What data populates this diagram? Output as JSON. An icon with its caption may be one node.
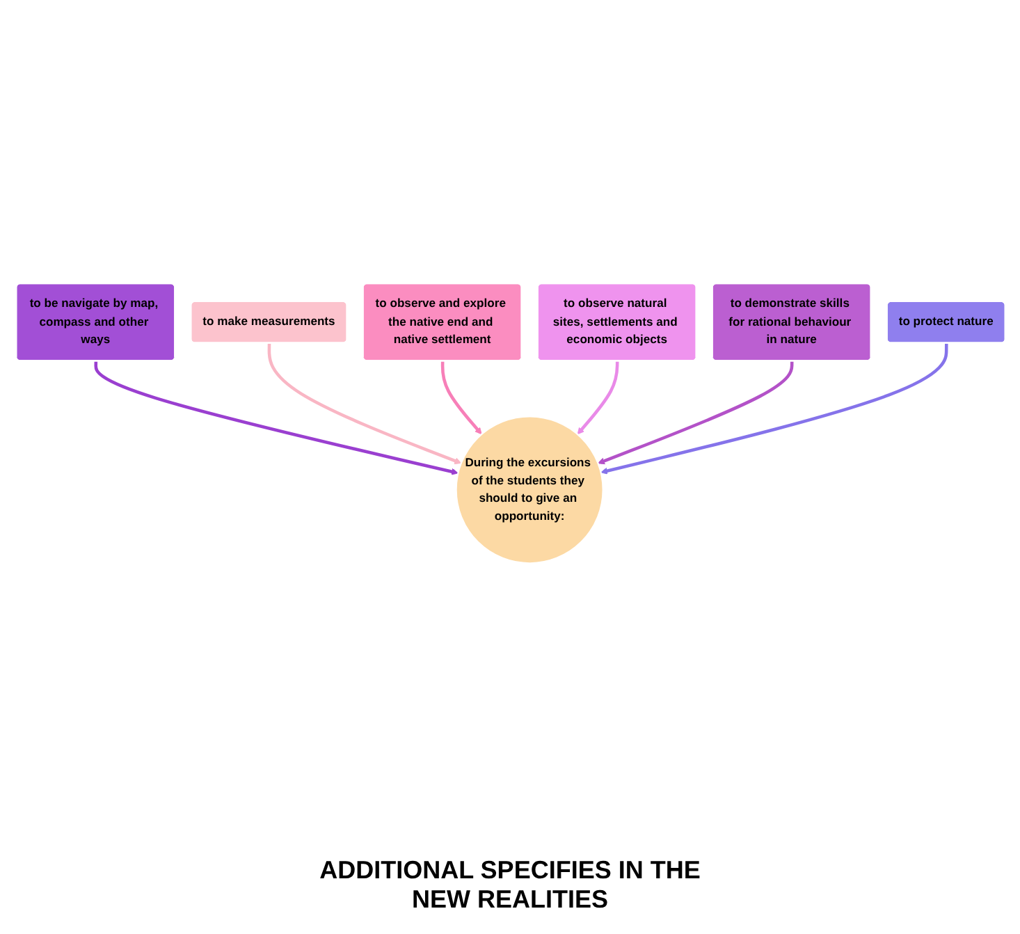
{
  "diagram": {
    "nodes": [
      {
        "text": [
          "During the excursions of the students they should to give an opportunity:"
        ]
      },
      {
        "text": [
          "to be navigate by map, compass and other ways"
        ]
      },
      {
        "text": [
          "to make measurements"
        ]
      },
      {
        "text": [
          "to observe and explore the native end and native settlement"
        ]
      },
      {
        "text": [
          "to observe natural sites, settlements and economic objects"
        ]
      },
      {
        "text": [
          "to demonstrate skills for rational behaviour in nature"
        ]
      },
      {
        "text": [
          "to protect nature"
        ]
      }
    ],
    "edges": [
      {
        "from": 1,
        "to": 0,
        "arrow": "to",
        "color": "#9a3fd0"
      },
      {
        "from": 2,
        "to": 0,
        "arrow": "to",
        "color": "#f9b6c4"
      },
      {
        "from": 3,
        "to": 0,
        "arrow": "to",
        "color": "#f77fb8"
      },
      {
        "from": 4,
        "to": 0,
        "arrow": "to",
        "color": "#e98ae8"
      },
      {
        "from": 5,
        "to": 0,
        "arrow": "to",
        "color": "#b352c8"
      },
      {
        "from": 6,
        "to": 0,
        "arrow": "to",
        "color": "#8573ea"
      }
    ],
    "labels": [
      "ADDITIONAL SPECIFIES IN THE NEW REALITIES"
    ]
  }
}
